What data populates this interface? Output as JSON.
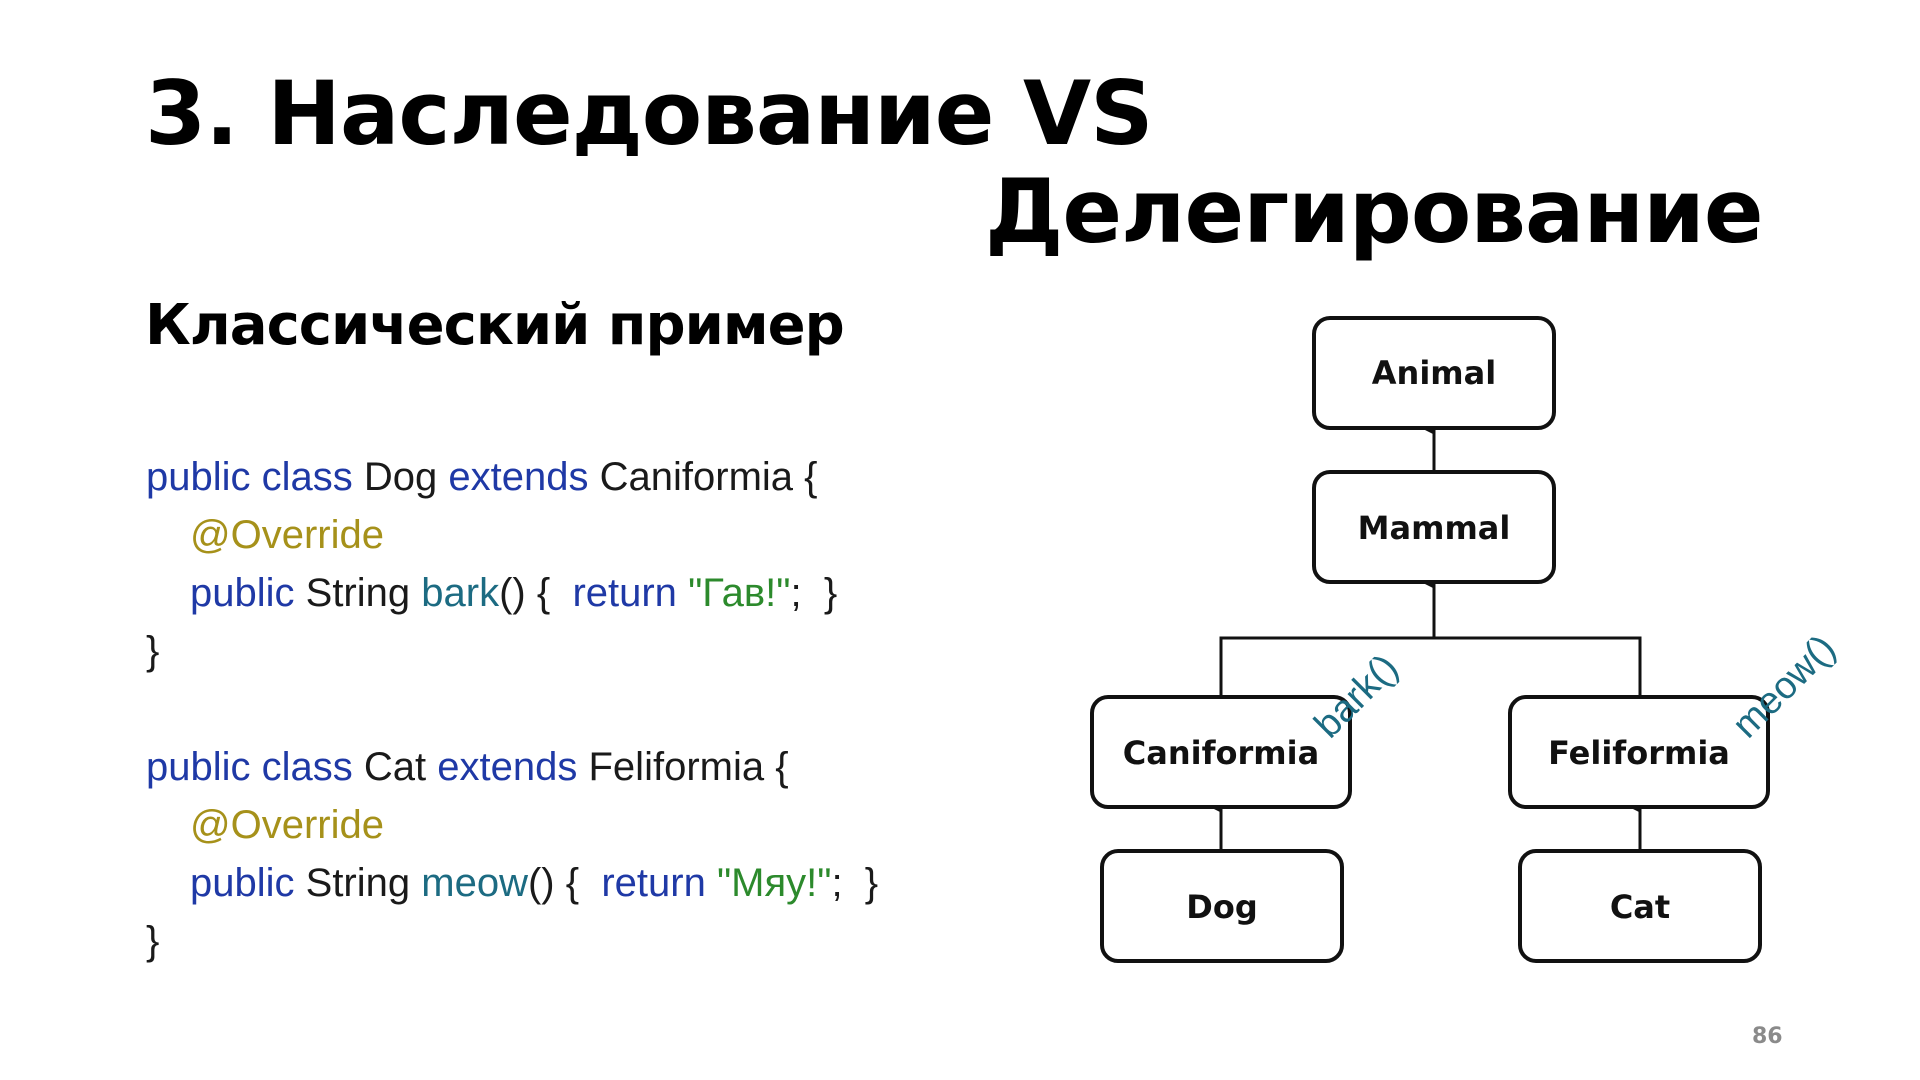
{
  "slide": {
    "title_line1": "3. Наследование VS",
    "title_line2": "Делегирование",
    "subtitle": "Классический пример",
    "page_number": "86"
  },
  "code": {
    "dog_class": {
      "kw_public_class": "public class",
      "name": "Dog",
      "kw_extends": "extends",
      "parent": "Caniformia",
      "open_brace": "{",
      "annotation": "@Override",
      "kw_public": "public",
      "return_type": "String",
      "method": "bark",
      "parens": "() {",
      "kw_return": "return",
      "string": "\"Гав!\"",
      "end": ";  }",
      "close_brace": "}"
    },
    "cat_class": {
      "kw_public_class": "public class",
      "name": "Cat",
      "kw_extends": "extends",
      "parent": "Feliformia",
      "open_brace": "{",
      "annotation": "@Override",
      "kw_public": "public",
      "return_type": "String",
      "method": "meow",
      "parens": "() {",
      "kw_return": "return",
      "string": "\"Мяу!\"",
      "end": ";  }",
      "close_brace": "}"
    }
  },
  "diagram": {
    "nodes": {
      "animal": "Animal",
      "mammal": "Mammal",
      "caniformia": "Caniformia",
      "feliformia": "Feliformia",
      "dog": "Dog",
      "cat": "Cat"
    },
    "methods": {
      "bark": "bark()",
      "meow": "meow()"
    }
  },
  "colors": {
    "keyword": "#1f39a6",
    "annotation": "#a6911a",
    "method": "#1c6b82",
    "string": "#2c8a2c",
    "text": "#1a1a1a"
  }
}
